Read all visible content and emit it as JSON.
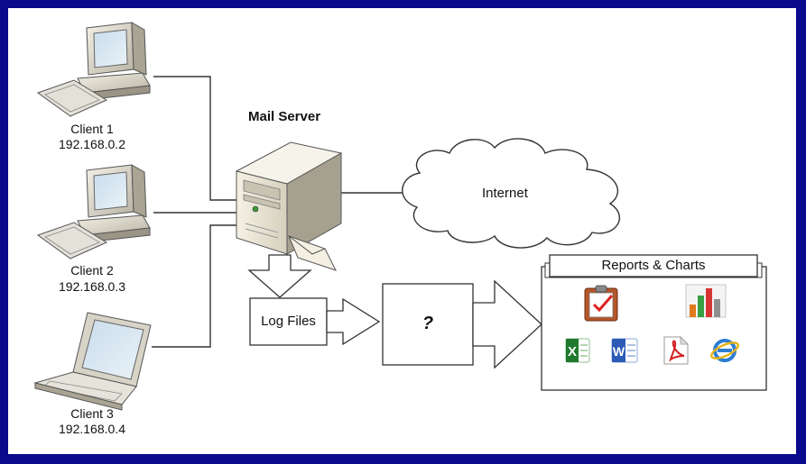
{
  "clients": [
    {
      "name": "Client 1",
      "ip": "192.168.0.2",
      "device": "desktop-computer-icon"
    },
    {
      "name": "Client 2",
      "ip": "192.168.0.3",
      "device": "desktop-computer-icon"
    },
    {
      "name": "Client 3",
      "ip": "192.168.0.4",
      "device": "laptop-icon"
    }
  ],
  "server": {
    "title": "Mail Server",
    "icon": "server-tower-icon",
    "badge": "envelope-icon"
  },
  "internet": {
    "label": "Internet",
    "icon": "cloud-icon"
  },
  "log_files": {
    "label": "Log Files"
  },
  "processor": {
    "label": "?"
  },
  "reports": {
    "title": "Reports & Charts",
    "icons": [
      "checklist-icon",
      "bar-chart-icon",
      "excel-icon",
      "word-icon",
      "pdf-icon",
      "internet-explorer-icon"
    ]
  },
  "colors": {
    "border": "#0a0a8c",
    "background": "#ffffff",
    "line": "#333333"
  }
}
